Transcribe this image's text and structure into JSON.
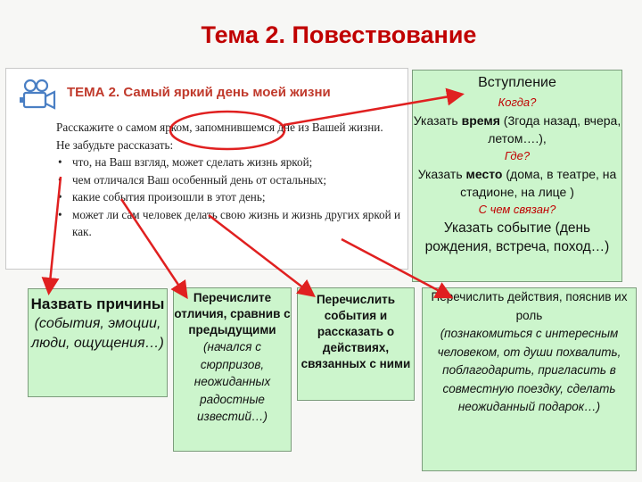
{
  "slide_title": "Тема 2. Повествование",
  "task": {
    "label": "ТЕМА 2.",
    "title": "Самый яркий день моей жизни",
    "intro_lines": [
      "Расскажите о самом ярком, запомнившемся дне из Вашей жизни.",
      "Не забудьте рассказать:"
    ],
    "bullets": [
      "что, на Ваш взгляд, может сделать жизнь яркой;",
      "чем отличался Ваш особенный день от остальных;",
      "какие события произошли в этот день;",
      "может ли сам человек делать свою жизнь и жизнь других яркой и как."
    ]
  },
  "intro_box": {
    "heading": "Вступление",
    "q_when": "Когда?",
    "when_prefix": "Указать ",
    "when_bold": "время",
    "when_rest": " (3года назад, вчера, летом….),",
    "q_where": "Где?",
    "where_prefix": "Указать ",
    "where_bold": "место",
    "where_rest": " (дома, в театре, на стадионе, на лице )",
    "q_related": "С чем связан?",
    "event_text": "Указать событие (день рождения, встреча, поход…)"
  },
  "box_reasons": {
    "heading": "Назвать причины",
    "details": "(события, эмоции, люди, ощущения…)"
  },
  "box_differences": {
    "heading": "Перечислите отличия, сравнив с предыдущими",
    "details": "(начался с сюрпризов, неожиданных радостные известий…)"
  },
  "box_events": {
    "heading": "Перечислить события и рассказать о действиях, связанных с ними"
  },
  "box_actions": {
    "heading": "Перечислить действия, пояснив их роль",
    "details": "(познакомиться с интересным человеком, от души похвалить, поблагодарить, пригласить в совместную поездку, сделать неожиданный подарок…)"
  },
  "colors": {
    "title_red": "#c00000",
    "box_green": "#ccf5cc",
    "arrow_red": "#e02020"
  }
}
